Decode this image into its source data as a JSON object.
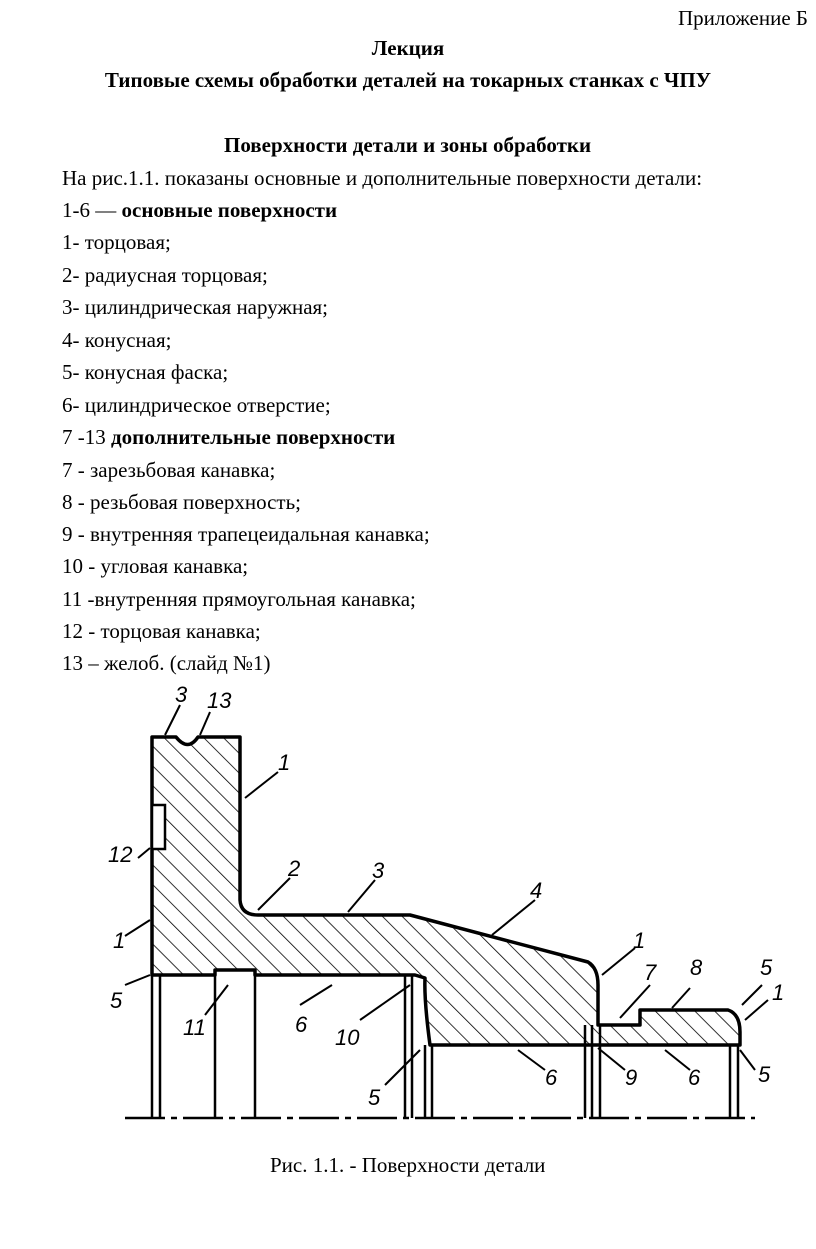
{
  "appendix": "Приложение Б",
  "lecture": "Лекция",
  "title": "Типовые схемы обработки деталей на токарных станках с ЧПУ",
  "section": "Поверхности детали и зоны обработки",
  "intro": "На рис.1.1. показаны основные и дополнительные  поверхности детали:",
  "main_range": "1-6  — ",
  "main_label": "основные поверхности",
  "main_items": [
    "1-  торцовая;",
    "2-  радиусная торцовая;",
    "3-  цилиндрическая наружная;",
    "4-  конусная;",
    "5-  конусная фаска;",
    "6-  цилиндрическое отверстие;"
  ],
  "extra_range": "7 -13 ",
  "extra_label": "дополнительные поверхности",
  "extra_items": [
    "7 - зарезьбовая канавка;",
    "8 - резьбовая поверхность;",
    "9 - внутренняя трапецеидальная канавка;",
    "10 - угловая канавка;",
    "11 -внутренняя прямоугольная канавка;",
    "12 -  торцовая канавка;",
    "13 – желоб. (слайд №1)"
  ],
  "figure_labels": [
    "3",
    "13",
    "1",
    "12",
    "2",
    "3",
    "4",
    "1",
    "1",
    "7",
    "8",
    "5",
    "1",
    "5",
    "11",
    "6",
    "10",
    "5",
    "6",
    "9",
    "6",
    "5"
  ],
  "caption": "Рис. 1.1. - Поверхности детали"
}
